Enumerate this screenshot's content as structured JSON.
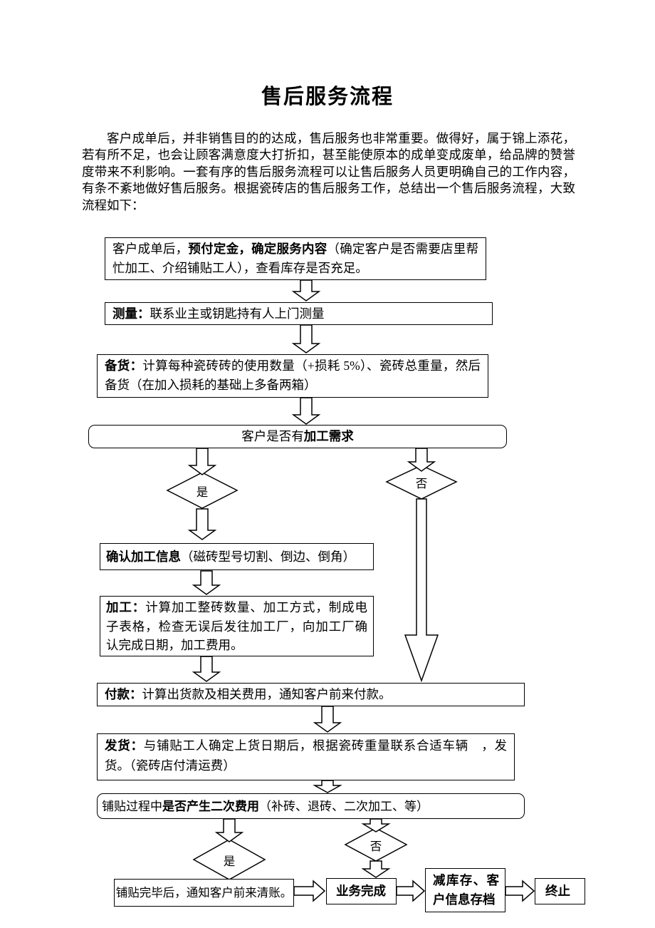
{
  "document": {
    "title": "售后服务流程",
    "intro": "客户成单后，并非销售目的的达成，售后服务也非常重要。做得好，属于锦上添花，若有所不足，也会让顾客满意度大打折扣，甚至能使原本的成单变成废单，给品牌的赞誉度带来不利影响。一套有序的售后服务流程可以让售后服务人员更明确自己的工作内容，有条不紊地做好售后服务。根据瓷砖店的售后服务工作，总结出一个售后服务流程，大致流程如下："
  },
  "flowchart": {
    "nodes": {
      "order": [
        {
          "text": "客户成单后，",
          "bold": false
        },
        {
          "text": "预付定金，确定服务内容",
          "bold": true
        },
        {
          "text": "（确定客户是否需要店里帮忙加工、介绍铺贴工人），查看库存是否充足。",
          "bold": false
        }
      ],
      "measure": [
        {
          "text": "测量：",
          "bold": true
        },
        {
          "text": "联系业主或钥匙持有人上门测量",
          "bold": false
        }
      ],
      "stock": [
        {
          "text": "备货：",
          "bold": true
        },
        {
          "text": "计算每种瓷砖砖的使用数量（+损耗 5%）、瓷砖总重量，然后备货（在加入损耗的基础上多备两箱）",
          "bold": false
        }
      ],
      "decision1": [
        {
          "text": "客户是否有",
          "bold": false
        },
        {
          "text": "加工需求",
          "bold": true
        }
      ],
      "confirm": [
        {
          "text": "确认加工信息",
          "bold": true
        },
        {
          "text": "（磁砖型号切割、倒边、倒角）",
          "bold": false
        }
      ],
      "process": [
        {
          "text": "加工：",
          "bold": true
        },
        {
          "text": "计算加工整砖数量、加工方式，制成电子表格，检查无误后发往加工厂，向加工厂确认完成日期，加工费用。",
          "bold": false
        }
      ],
      "payment": [
        {
          "text": "付款：",
          "bold": true
        },
        {
          "text": "计算出货款及相关费用，通知客户前来付款。",
          "bold": false
        }
      ],
      "shipping": [
        {
          "text": "发货：",
          "bold": true
        },
        {
          "text": "与铺贴工人确定上货日期后，根据瓷砖重量联系合适车辆　，发货。（瓷砖店付清运费）",
          "bold": false
        }
      ],
      "decision2": [
        {
          "text": "铺贴过程中",
          "bold": false
        },
        {
          "text": "是否产生二次费用",
          "bold": true
        },
        {
          "text": "（补砖、退砖、二次加工、等）",
          "bold": false
        }
      ],
      "settle": [
        {
          "text": "铺贴完毕后，通知客户前来清账。",
          "bold": false
        }
      ],
      "complete": [
        {
          "text": "业务完成",
          "bold": true
        }
      ],
      "archive": [
        {
          "text": "减库存、客户信息存档",
          "bold": true
        }
      ],
      "end": [
        {
          "text": "终止",
          "bold": true
        }
      ]
    },
    "labels": {
      "yes1": "是",
      "no1": "否",
      "yes2": "是",
      "no2": "否"
    }
  }
}
